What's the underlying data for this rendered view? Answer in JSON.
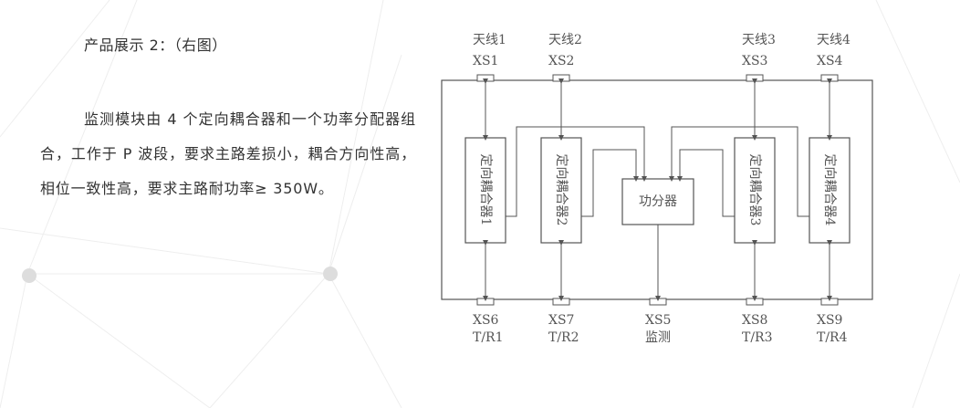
{
  "subtitle": "产品展示 2：（右图）",
  "description": "监测模块由 4 个定向耦合器和一个功率分配器组合，工作于 P 波段，要求主路差损小，耦合方向性高，相位一致性高，要求主路耐功率≥ 350W。",
  "diagram": {
    "antennas": [
      {
        "name": "天线1",
        "port": "XS1"
      },
      {
        "name": "天线2",
        "port": "XS2"
      },
      {
        "name": "天线3",
        "port": "XS3"
      },
      {
        "name": "天线4",
        "port": "XS4"
      }
    ],
    "couplers": [
      "定向耦合器1",
      "定向耦合器2",
      "定向耦合器3",
      "定向耦合器4"
    ],
    "divider": "功分器",
    "bottom_ports": [
      {
        "port": "XS6",
        "label": "T/R1"
      },
      {
        "port": "XS7",
        "label": "T/R2"
      },
      {
        "port": "XS5",
        "label": "监测"
      },
      {
        "port": "XS8",
        "label": "T/R3"
      },
      {
        "port": "XS9",
        "label": "T/R4"
      }
    ]
  },
  "colors": {
    "text": "#333333",
    "diagram_line": "#555555",
    "decor_line": "#eeeeee",
    "decor_dot": "#dddddd"
  }
}
